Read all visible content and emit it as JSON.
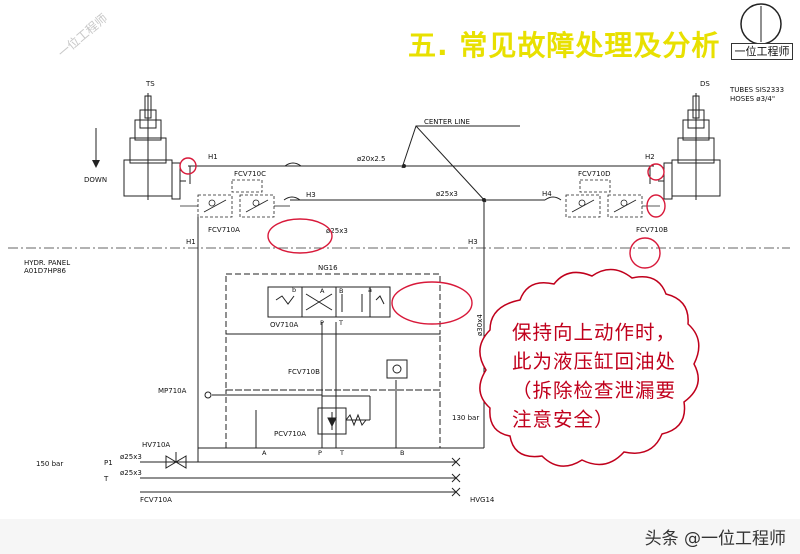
{
  "title": "五. 常见故障处理及分析",
  "watermark": "一位工程师",
  "logo": {
    "text": "一位工程师",
    "icon": "seal-circle-icon"
  },
  "footer": {
    "text": "头条 @一位工程师"
  },
  "callout": {
    "text": "保持向上动作时，此为液压缸回油处（拆除检查泄漏要注意安全）"
  },
  "labels": {
    "ts": "TS",
    "ds": "DS",
    "down": "DOWN",
    "tubes": "TUBES SIS2333",
    "hoses": "HOSES ø3/4\"",
    "center_line": "CENTER LINE",
    "h1_top": "H1",
    "h2_top": "H2",
    "pipe_20": "ø20x2.5",
    "pipe_25_top": "ø25x3",
    "fcv710c": "FCV710C",
    "fcv710d": "FCV710D",
    "h3_top": "H3",
    "h4_top": "H4",
    "fcv710a_top": "FCV710A",
    "fcv710b_top": "FCV710B",
    "pipe_25_mid": "ø25x3",
    "h1_panel": "H1",
    "h3_panel": "H3",
    "hydr_panel": "HYDR. PANEL",
    "panel_code": "A01D7HP86",
    "ng16": "NG16",
    "ov710a": "OV710A",
    "fcv710b_mid": "FCV710B",
    "pipe_30": "ø30x4",
    "mp710a": "MP710A",
    "pcv710a": "PCV710A",
    "bar_130": "130 bar",
    "hv710a": "HV710A",
    "bar_150": "150 bar",
    "p1": "P1",
    "t": "T",
    "pipe_p1": "ø25x3",
    "pipe_t": "ø25x3",
    "fcv710a_bottom": "FCV710A",
    "hvg14": "HVG14",
    "port_a_top": "A",
    "port_b_top": "B",
    "port_p_top": "P",
    "port_t_top": "T",
    "port_a_bot": "A",
    "port_p_bot": "P",
    "port_t_bot": "T",
    "port_b_bot": "B",
    "sol_b": "b",
    "sol_a": "a"
  },
  "colors": {
    "title": "#e8e000",
    "callout": "#c0001c",
    "highlight_circles": "#d8193a",
    "lines": "#222222"
  }
}
